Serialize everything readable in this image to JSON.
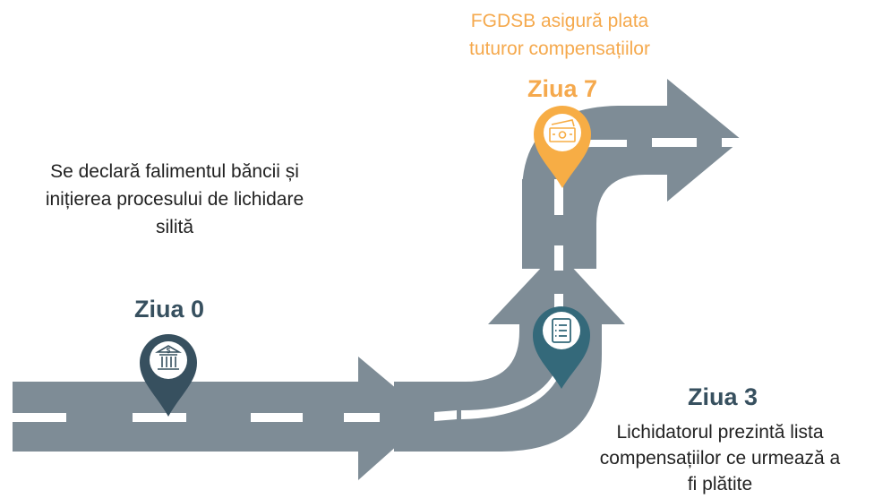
{
  "colors": {
    "road": "#7e8c96",
    "dash": "#ffffff",
    "pin_dark": "#37505f",
    "pin_teal": "#34697a",
    "pin_orange": "#f7ad45",
    "text_dark": "#37505f",
    "text_orange": "#f5a94d",
    "text_body": "#222222"
  },
  "milestones": [
    {
      "day_label": "Ziua 0",
      "description_lines": [
        "Se declară falimentul băncii și",
        "inițierea procesului de lichidare",
        "silită"
      ],
      "icon": "bank-dollar-icon"
    },
    {
      "day_label": "Ziua 3",
      "description_lines": [
        "Lichidatorul prezintă lista",
        "compensațiilor ce urmează a",
        "fi plătite"
      ],
      "icon": "checklist-icon"
    },
    {
      "day_label": "Ziua 7",
      "description_lines": [
        "FGDSB asigură plata",
        "tuturor compensațiilor"
      ],
      "icon": "money-banknote-icon"
    }
  ]
}
